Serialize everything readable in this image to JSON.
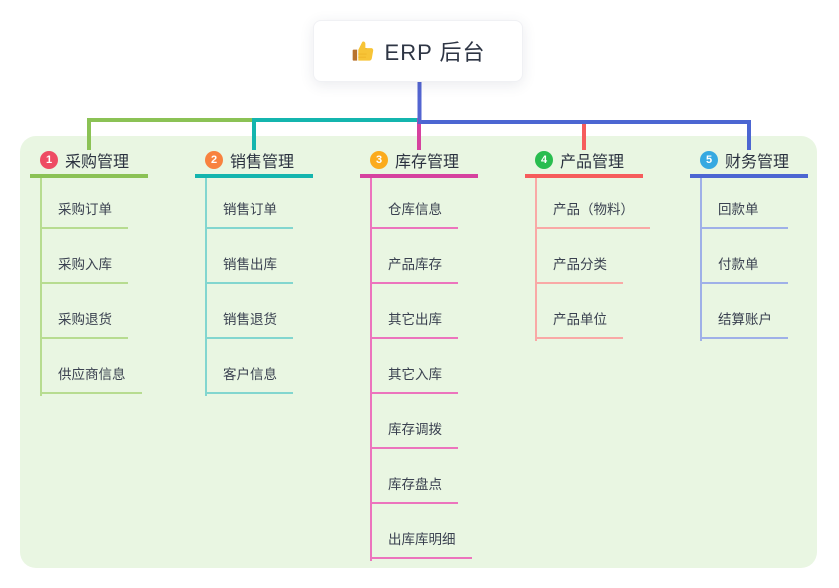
{
  "root": {
    "title": "ERP 后台",
    "icon": "thumbs-up-icon",
    "connector_color": "#5365d1"
  },
  "panel": {
    "background": "#e9f6e2"
  },
  "branches": [
    {
      "badge": "1",
      "label": "采购管理",
      "badge_color": "#ee4c63",
      "line_color": "#8bc255",
      "sub_line_color": "#b7dc90",
      "items": [
        "采购订单",
        "采购入库",
        "采购退货",
        "供应商信息"
      ]
    },
    {
      "badge": "2",
      "label": "销售管理",
      "badge_color": "#f8823f",
      "line_color": "#14b5ae",
      "sub_line_color": "#82d6cf",
      "items": [
        "销售订单",
        "销售出库",
        "销售退货",
        "客户信息"
      ]
    },
    {
      "badge": "3",
      "label": "库存管理",
      "badge_color": "#fbab1c",
      "line_color": "#d6429f",
      "sub_line_color": "#ec74bd",
      "items": [
        "仓库信息",
        "产品库存",
        "其它出库",
        "其它入库",
        "库存调拨",
        "库存盘点",
        "出库库明细"
      ]
    },
    {
      "badge": "4",
      "label": "产品管理",
      "badge_color": "#29bd4f",
      "line_color": "#f65c5c",
      "sub_line_color": "#f9a9a6",
      "items": [
        "产品（物料）",
        "产品分类",
        "产品单位"
      ]
    },
    {
      "badge": "5",
      "label": "财务管理",
      "badge_color": "#36a9e1",
      "line_color": "#4c66d2",
      "sub_line_color": "#9fb0e8",
      "items": [
        "回款单",
        "付款单",
        "结算账户"
      ]
    }
  ]
}
